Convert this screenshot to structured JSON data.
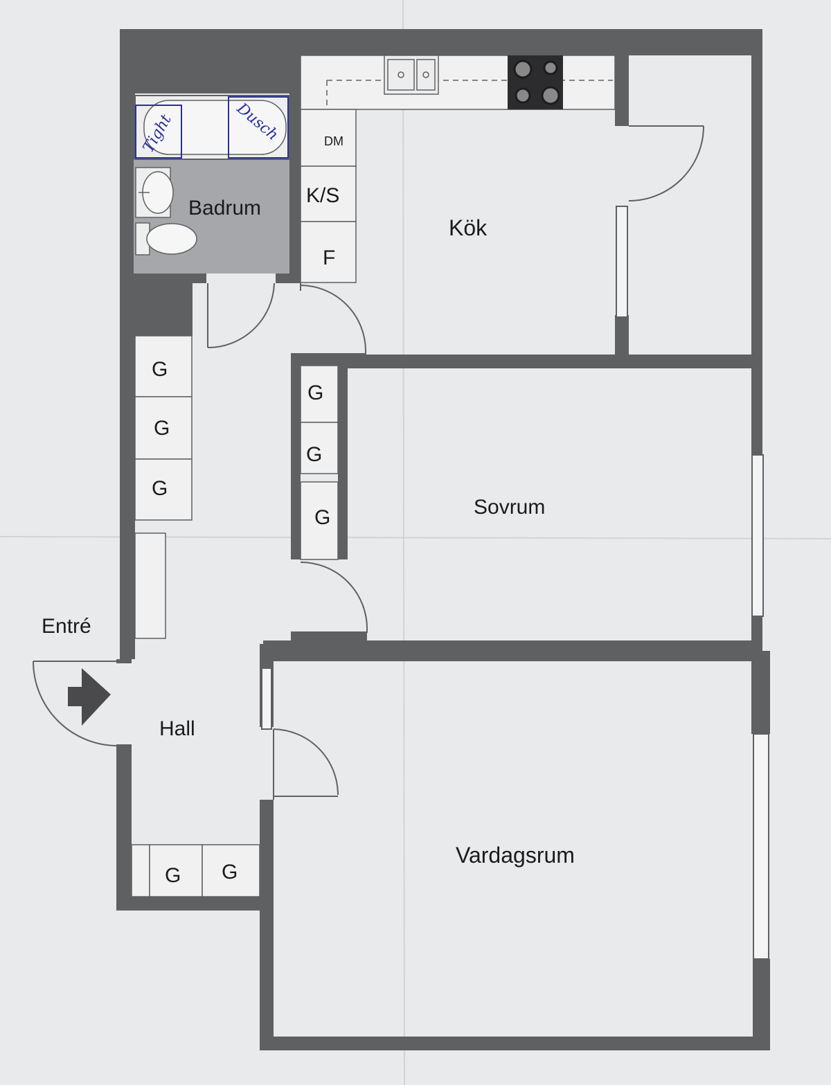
{
  "plan": {
    "rooms": {
      "bathroom": "Badrum",
      "kitchen": "Kök",
      "bedroom": "Sovrum",
      "living_room": "Vardagsrum",
      "hall": "Hall",
      "entrance": "Entré"
    },
    "fixtures": {
      "dishwasher": "DM",
      "fridge_freezer": "K/S",
      "freezer": "F",
      "wardrobe": "G"
    },
    "handwriting": {
      "tub_left": "Tight",
      "tub_right": "Dusch"
    },
    "colors": {
      "wall": "#5f6062",
      "bathroom_floor": "#a6a7aa",
      "paper": "#e9eaec",
      "handwriting": "#2a2f9a"
    }
  }
}
